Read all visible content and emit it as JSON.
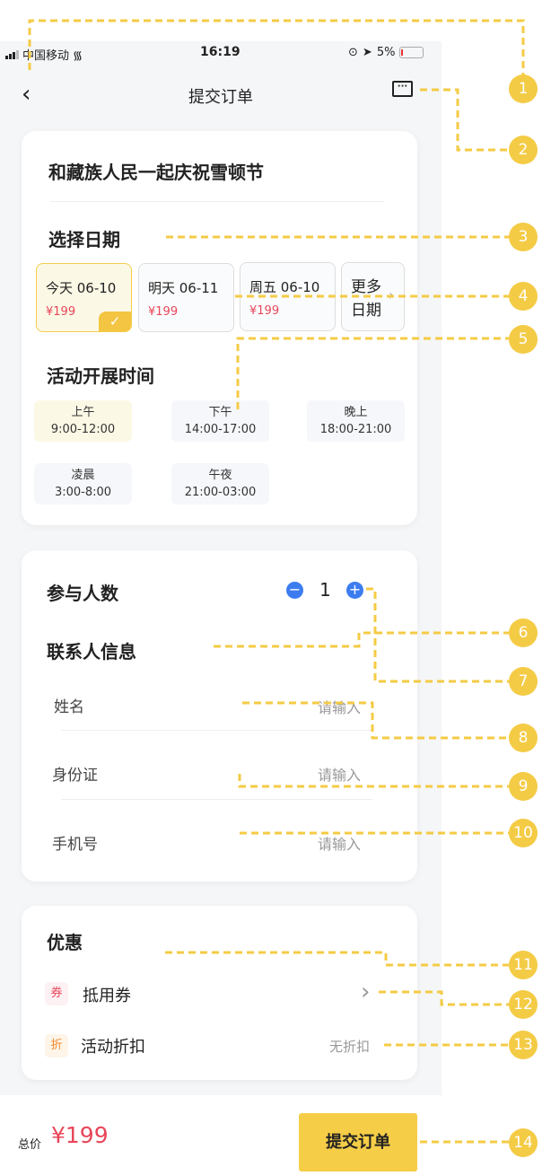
{
  "status_bar": {
    "carrier": "中国移动",
    "time": "16:19",
    "battery": "5%"
  },
  "nav": {
    "title": "提交订单",
    "back_icon": "chevron-left-icon",
    "message_icon": "chat-bubble-icon"
  },
  "event": {
    "title": "和藏族人民一起庆祝雪顿节"
  },
  "date_section": {
    "title": "选择日期",
    "dates": [
      {
        "label": "今天 06-10",
        "price": "¥199",
        "selected": true
      },
      {
        "label": "明天 06-11",
        "price": "¥199"
      },
      {
        "label": "周五 06-10",
        "price": "¥199"
      }
    ],
    "more_line1": "更多",
    "more_line2": "日期"
  },
  "time_section": {
    "title": "活动开展时间",
    "slots": [
      {
        "name": "上午",
        "range": "9:00-12:00",
        "selected": true
      },
      {
        "name": "下午",
        "range": "14:00-17:00"
      },
      {
        "name": "晚上",
        "range": "18:00-21:00"
      },
      {
        "name": "凌晨",
        "range": "3:00-8:00"
      },
      {
        "name": "午夜",
        "range": "21:00-03:00"
      }
    ]
  },
  "participants": {
    "label": "参与人数",
    "count": "1"
  },
  "contact": {
    "title": "联系人信息",
    "fields": [
      {
        "label": "姓名",
        "placeholder": "请输入"
      },
      {
        "label": "身份证",
        "placeholder": "请输入"
      },
      {
        "label": "手机号",
        "placeholder": "请输入"
      }
    ]
  },
  "discount": {
    "title": "优惠",
    "coupon_badge": "券",
    "coupon_label": "抵用券",
    "promo_badge": "折",
    "promo_label": "活动折扣",
    "promo_value": "无折扣"
  },
  "footer": {
    "total_label": "总价",
    "total": "¥199",
    "submit": "提交订单"
  },
  "callouts": [
    "1",
    "2",
    "3",
    "4",
    "5",
    "6",
    "7",
    "8",
    "9",
    "10",
    "11",
    "12",
    "13",
    "14"
  ],
  "colors": {
    "accent": "#f4cb45",
    "price": "#e8465a",
    "plus_minus": "#3d7cf0"
  }
}
